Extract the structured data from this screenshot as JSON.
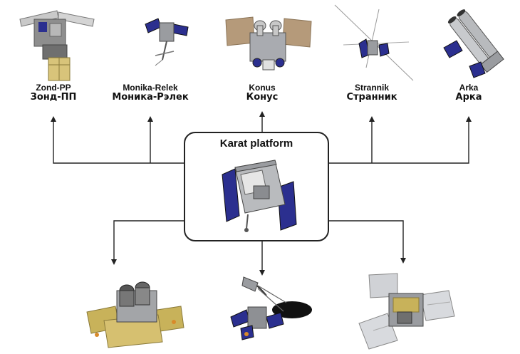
{
  "platform": {
    "title": "Karat platform",
    "image": "karat-satellite-image"
  },
  "derived_satellites": [
    {
      "latin": "Zond-PP",
      "cyrillic": "Зонд-ПП",
      "image": "zond-pp-satellite-image"
    },
    {
      "latin": "Monika-Relek",
      "cyrillic": "Моника-Рэлек",
      "image": "monika-relek-satellite-image"
    },
    {
      "latin": "Konus",
      "cyrillic": "Конус",
      "image": "konus-satellite-image"
    },
    {
      "latin": "Strannik",
      "cyrillic": "Странник",
      "image": "strannik-satellite-image"
    },
    {
      "latin": "Arka",
      "cyrillic": "Арка",
      "image": "arka-satellite-image"
    }
  ],
  "unlabeled_satellites": [
    {
      "image": "telescope-satellite-image"
    },
    {
      "image": "reflector-satellite-image"
    },
    {
      "image": "solar-panel-satellite-image"
    }
  ],
  "colors": {
    "arrow": "#222222",
    "panel_blue": "#2b2f8f",
    "body_gray": "#9a9ca0",
    "foil_gold": "#c8b25a"
  }
}
